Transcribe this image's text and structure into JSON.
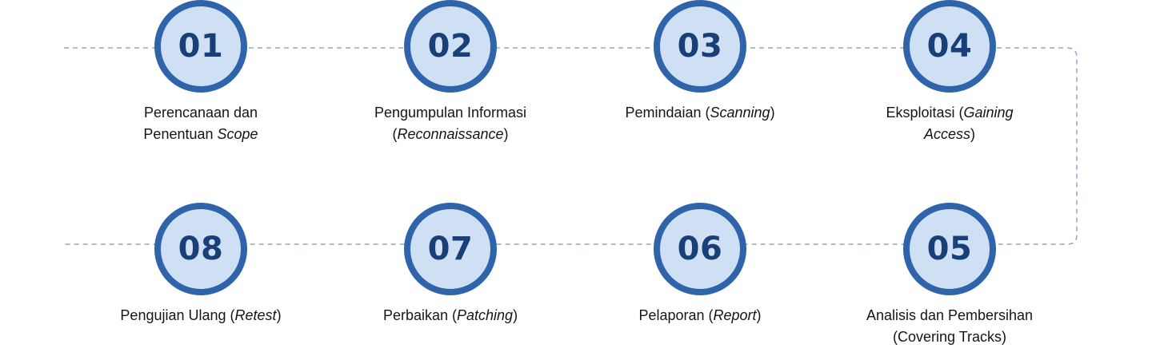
{
  "colors": {
    "circle_border": "#2f64aa",
    "circle_fill": "#cfdff4",
    "number_text": "#183f77",
    "connector_line": "#8aa9c9"
  },
  "steps": [
    {
      "number": "01",
      "label_line1_prefix": "Perencanaan dan",
      "label_line2_prefix": "Penentuan ",
      "label_line2_italic": "Scope",
      "label_line2_suffix": ""
    },
    {
      "number": "02",
      "label_line1_prefix": "Pengumpulan Informasi",
      "label_line2_prefix": "(",
      "label_line2_italic": "Reconnaissance",
      "label_line2_suffix": ")"
    },
    {
      "number": "03",
      "label_line1_prefix": "Pemindaian (",
      "label_line1_italic": "Scanning",
      "label_line1_suffix": ")"
    },
    {
      "number": "04",
      "label_line1_prefix": "Eksploitasi (",
      "label_line1_italic": "Gaining",
      "label_line2_italic": "Access",
      "label_line2_suffix": ")"
    },
    {
      "number": "05",
      "label_line1_prefix": "Analisis dan Pembersihan",
      "label_line2_prefix": "(Covering Tracks)"
    },
    {
      "number": "06",
      "label_line1_prefix": "Pelaporan (",
      "label_line1_italic": "Report",
      "label_line1_suffix": ")"
    },
    {
      "number": "07",
      "label_line1_prefix": "Perbaikan (",
      "label_line1_italic": "Patching",
      "label_line1_suffix": ")"
    },
    {
      "number": "08",
      "label_line1_prefix": "Pengujian Ulang (",
      "label_line1_italic": "Retest",
      "label_line1_suffix": ")"
    }
  ]
}
